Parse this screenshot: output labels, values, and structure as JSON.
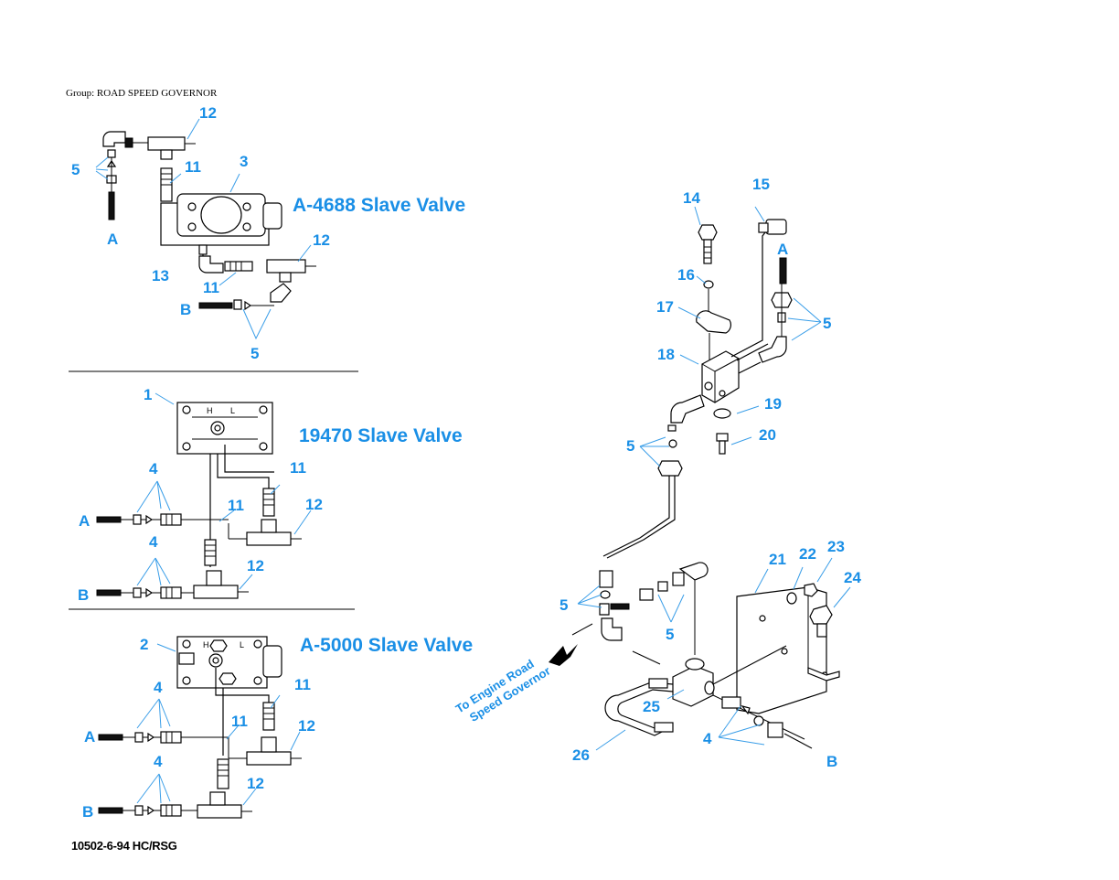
{
  "group_label": "Group: ROAD SPEED GOVERNOR",
  "footer_code": "10502-6-94 HC/RSG",
  "colors": {
    "callout": "#1a8fe6",
    "line": "#000000",
    "background": "#ffffff"
  },
  "sections": {
    "a4688": {
      "title": "A-4688 Slave Valve"
    },
    "v19470": {
      "title": "19470 Slave Valve"
    },
    "a5000": {
      "title": "A-5000 Slave Valve"
    }
  },
  "arrow_note": {
    "line1": "To Engine Road",
    "line2": "Speed Governor"
  },
  "callouts": {
    "c12a": "12",
    "c5a": "5",
    "c11a": "11",
    "c3": "3",
    "cA1": "A",
    "c12b": "12",
    "c13": "13",
    "c11b": "11",
    "cB1": "B",
    "c5b": "5",
    "c1": "1",
    "c4a": "4",
    "c11c": "11",
    "c11d": "11",
    "c12c": "12",
    "cA2": "A",
    "c4b": "4",
    "c12d": "12",
    "cB2": "B",
    "c2": "2",
    "c4c": "4",
    "c11e": "11",
    "c11f": "11",
    "c12e": "12",
    "cA3": "A",
    "c4d": "4",
    "c12f": "12",
    "cB3": "B",
    "c14": "14",
    "c15": "15",
    "cA4": "A",
    "c16": "16",
    "c17": "17",
    "c5c": "5",
    "c18": "18",
    "c19": "19",
    "c5d": "5",
    "c20": "20",
    "c21": "21",
    "c22": "22",
    "c23": "23",
    "c24": "24",
    "c5e": "5",
    "c5f": "5",
    "c25": "25",
    "c26": "26",
    "c4e": "4",
    "cB4": "B"
  }
}
